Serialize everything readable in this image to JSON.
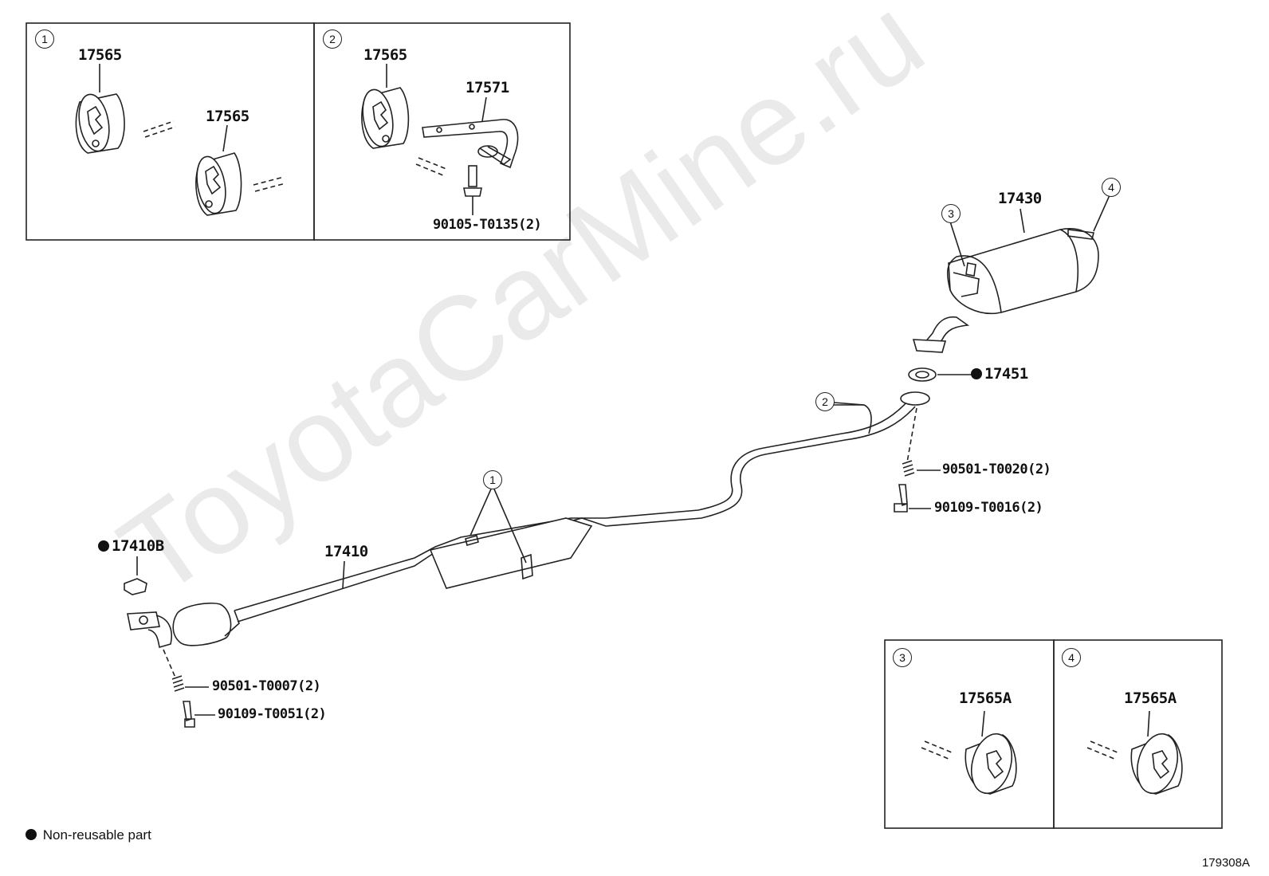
{
  "watermark": "ToyotaCarMine.ru",
  "insets": {
    "inset1": {
      "num": "1",
      "labels": [
        "17565",
        "17565"
      ]
    },
    "inset2": {
      "num": "2",
      "labels": [
        "17565",
        "17571",
        "90105-T0135(2)"
      ]
    },
    "inset3": {
      "num": "3",
      "labels": [
        "17565A"
      ]
    },
    "inset4": {
      "num": "4",
      "labels": [
        "17565A"
      ]
    }
  },
  "callouts": {
    "muffler_hanger_left": "3",
    "muffler_hanger_right": "4",
    "pipe_bracket": "2",
    "mid_hangers": "1"
  },
  "parts": {
    "tail_pipe": "17430",
    "tail_gasket": "17451",
    "spring_rear": "90501-T0020(2)",
    "bolt_rear": "90109-T0016(2)",
    "front_gasket": "17410B",
    "front_pipe": "17410",
    "spring_front": "90501-T0007(2)",
    "bolt_front": "90109-T0051(2)"
  },
  "legend": "Non-reusable part",
  "ref_code": "179308A"
}
